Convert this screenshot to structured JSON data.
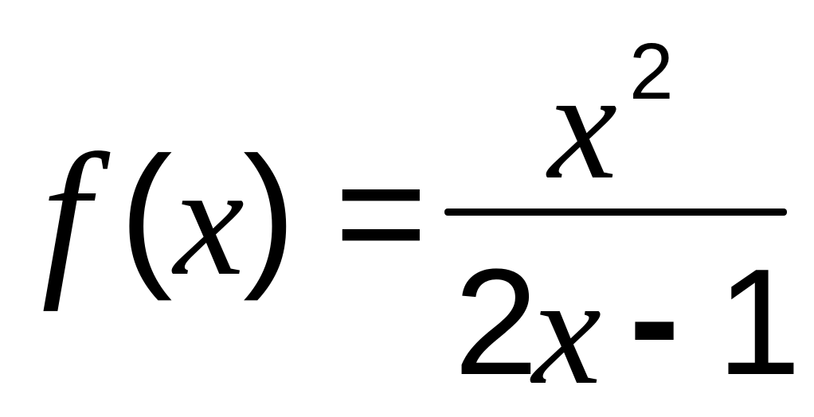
{
  "formula": {
    "func": "f",
    "open_paren": "(",
    "var": "x",
    "close_paren": ")",
    "equals": "=",
    "numerator": {
      "base": "x",
      "exponent": "2"
    },
    "denominator": {
      "coefficient": "2",
      "var": "x",
      "operator": "-",
      "constant": "1"
    }
  }
}
